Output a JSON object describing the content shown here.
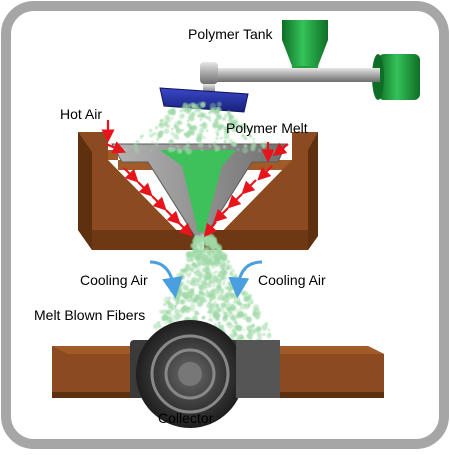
{
  "labels": {
    "polymer_tank": "Polymer Tank",
    "hot_air": "Hot Air",
    "polymer_melt": "Polymer Melt",
    "cooling_air_left": "Cooling Air",
    "cooling_air_right": "Cooling Air",
    "melt_blown_fibers": "Melt Blown Fibers",
    "collector": "Collector"
  },
  "colors": {
    "frame_border": "#a6a6a6",
    "die_block": "#8b4a1f",
    "die_block_dark": "#5e3010",
    "die_insert": "#8c8c8c",
    "polymer_melt": "#3ec05a",
    "fiber_spray": "#9fd9a7",
    "hot_air_arrow": "#e8141c",
    "cooling_air_arrow": "#4a9fe0",
    "tank_green": "#1f9e3a",
    "pipe_gray": "#a8a8a8",
    "extruder_blue": "#2a35a0",
    "collector_belt": "#8b4a1f",
    "collector_roll": "#3a3a3a"
  }
}
